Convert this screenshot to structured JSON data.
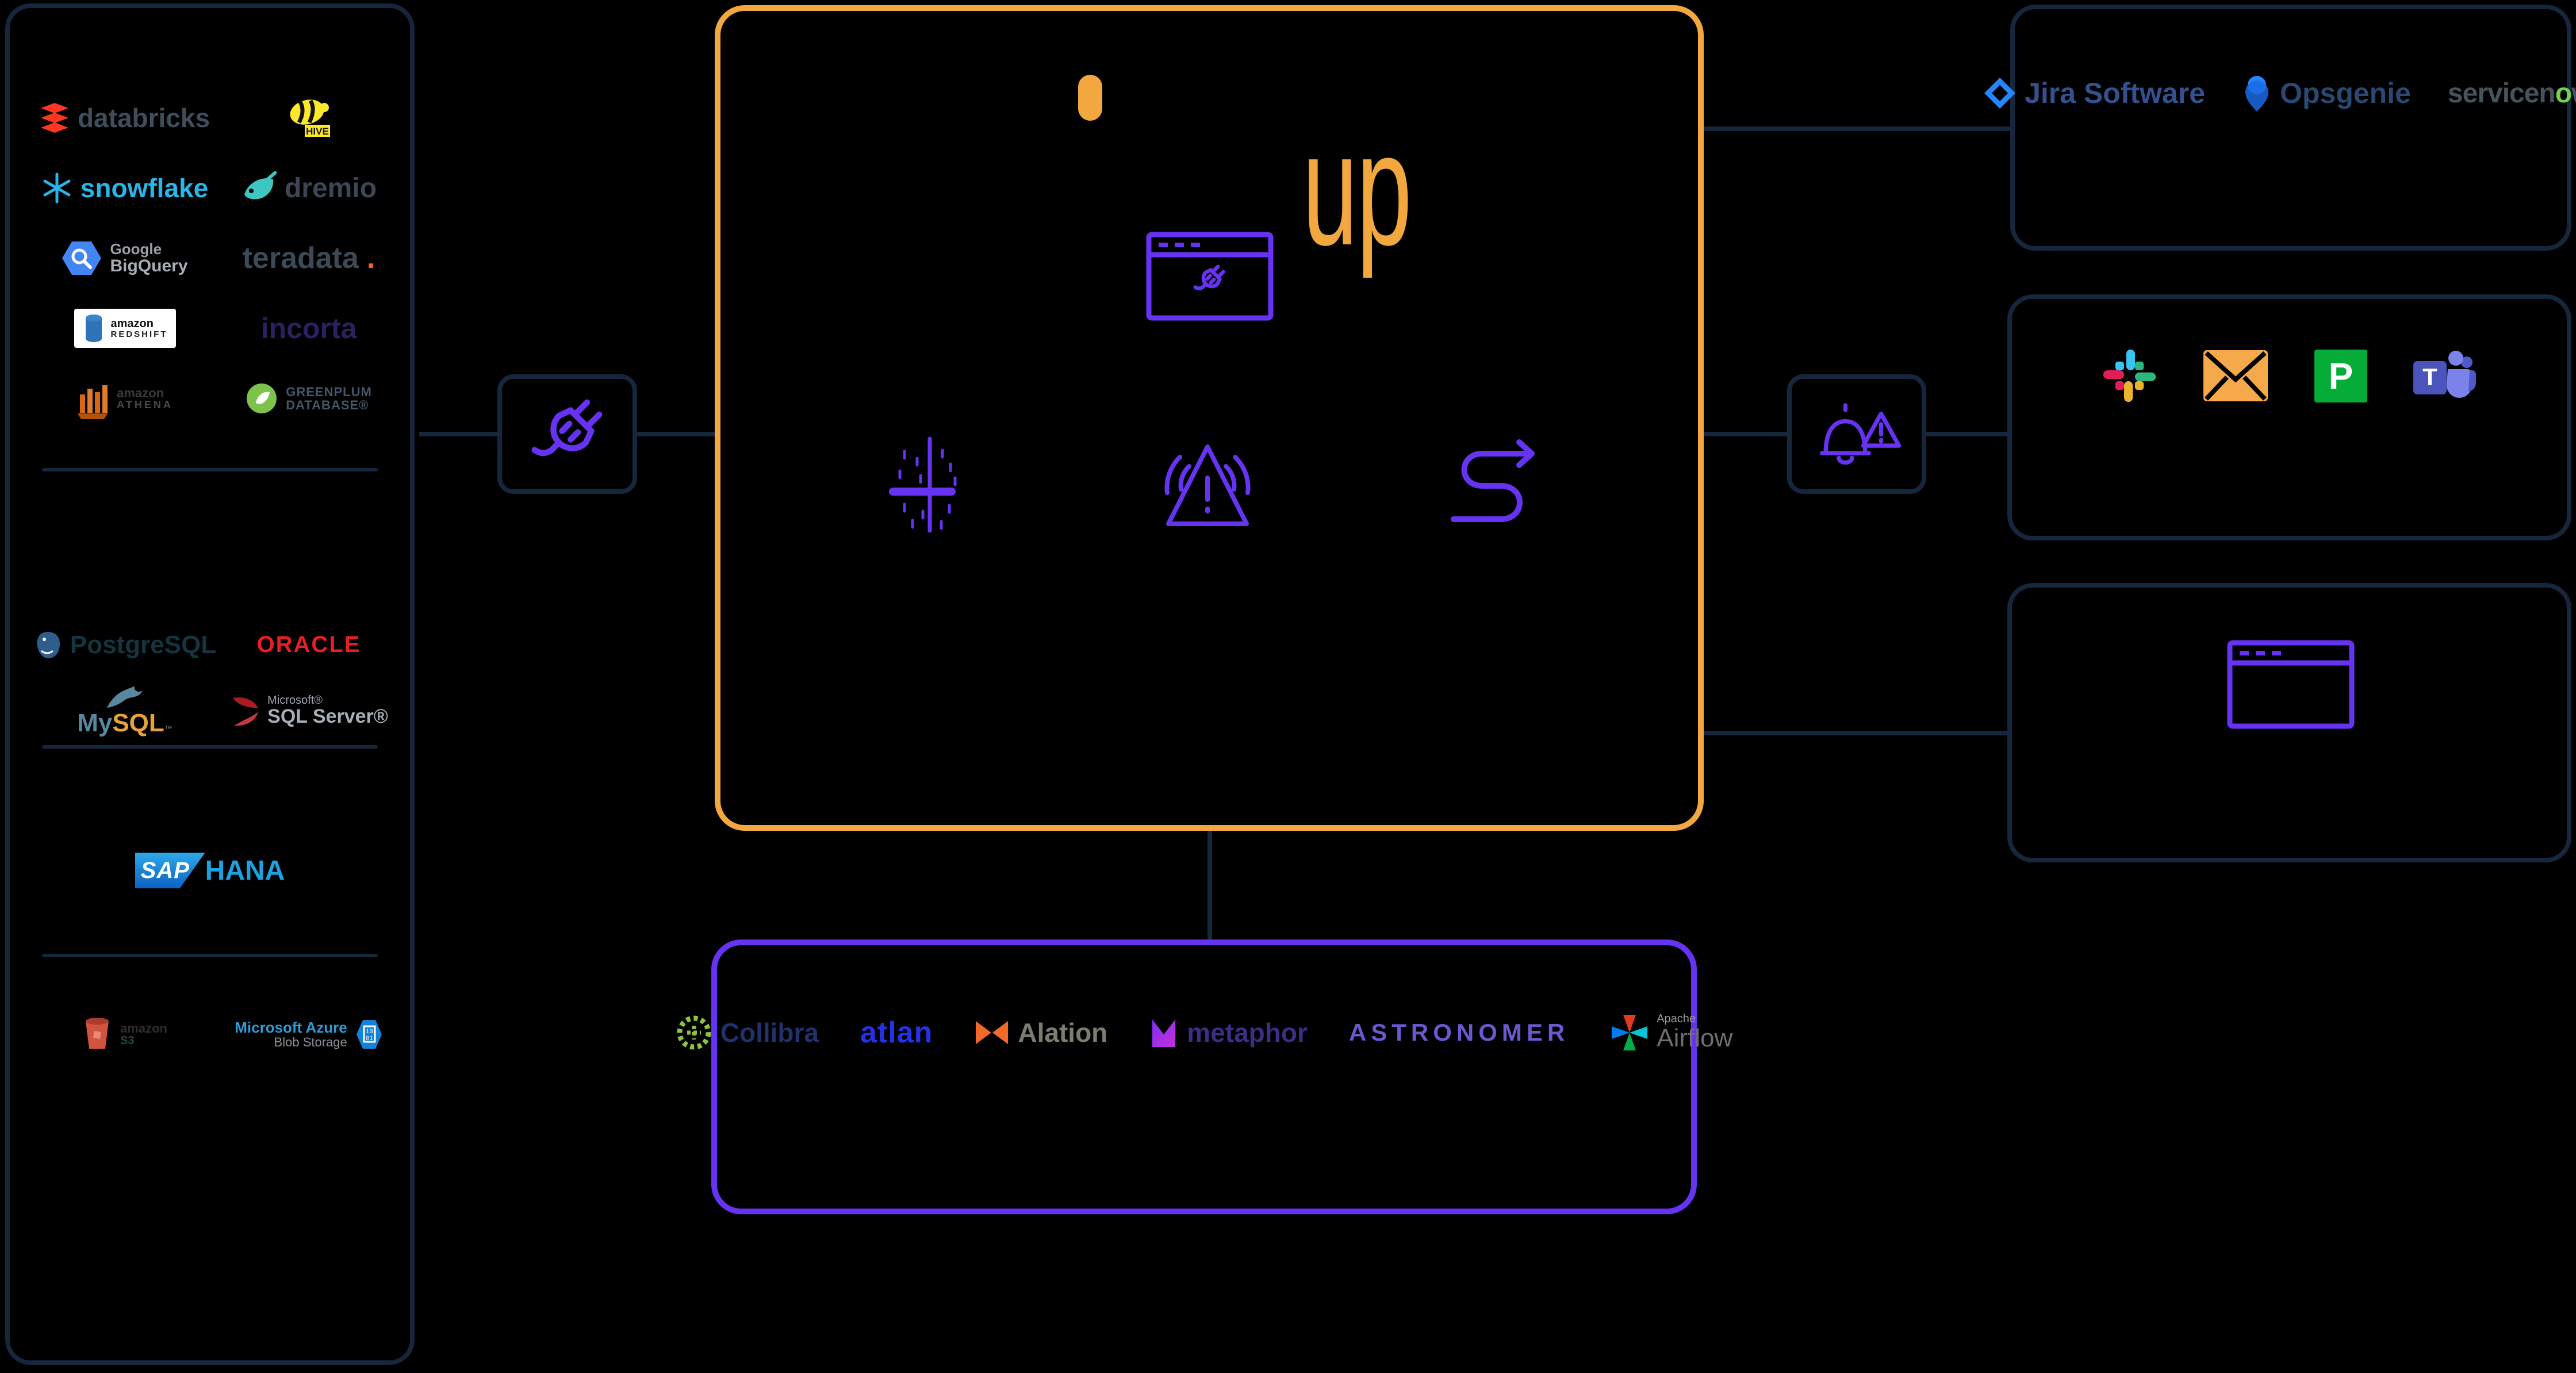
{
  "palette": {
    "background": "#000000",
    "line": "#16263c",
    "orange": "#f3a73f",
    "purple": "#6633f2"
  },
  "center": {
    "logo_text": "up"
  },
  "sources": {
    "row1a": "databricks",
    "row1b": "HIVE",
    "row2a": "snowflake",
    "row2b": "dremio",
    "row3a1": "Google",
    "row3a2": "BigQuery",
    "row3b": "teradata",
    "row3b_dot": ".",
    "row4a1": "amazon",
    "row4a2": "REDSHIFT",
    "row4b": "incorta",
    "row5a1": "amazon",
    "row5a2": "ATHENA",
    "row5b1": "GREENPLUM",
    "row5b2": "DATABASE®",
    "pg": "PostgreSQL",
    "oracle": "ORACLE",
    "mysql_my": "My",
    "mysql_sql": "SQL",
    "mysql_tm": "™",
    "ms": "Microsoft®",
    "sqlserver": "SQL Server®",
    "sap": "SAP",
    "hana": "HANA",
    "amazon": "amazon",
    "s3": "S3",
    "azure1": "Microsoft Azure",
    "azure2": "Blob Storage",
    "azure_bits1": "10",
    "azure_bits2": "01"
  },
  "ticketing": {
    "jira": "Jira Software",
    "opsgenie": "Opsgenie",
    "servicenow_a": "servicen",
    "servicenow_o": "o",
    "servicenow_b": "w."
  },
  "alerts": {
    "pagerduty": "P",
    "teams": "T"
  },
  "catalogs": {
    "collibra": "Collibra",
    "atlan": "atlan",
    "alation": "Alation",
    "metaphor": "metaphor",
    "astronomer": "ASTRONOMER",
    "airflow_small": "Apache",
    "airflow": "Airflow"
  }
}
